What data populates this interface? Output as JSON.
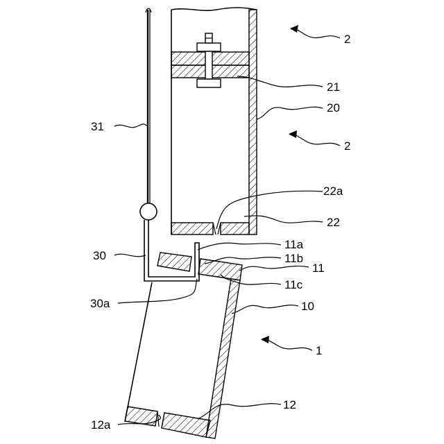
{
  "figure": {
    "labels": {
      "unit2_top": "2",
      "ref21": "21",
      "ref20": "20",
      "unit2_mid": "2",
      "ref31": "31",
      "ref22a": "22a",
      "ref22": "22",
      "ref30": "30",
      "ref11a": "11a",
      "ref11b": "11b",
      "ref11": "11",
      "ref11c": "11c",
      "ref30a": "30a",
      "ref10": "10",
      "unit1": "1",
      "ref12": "12",
      "ref12a": "12a"
    }
  }
}
